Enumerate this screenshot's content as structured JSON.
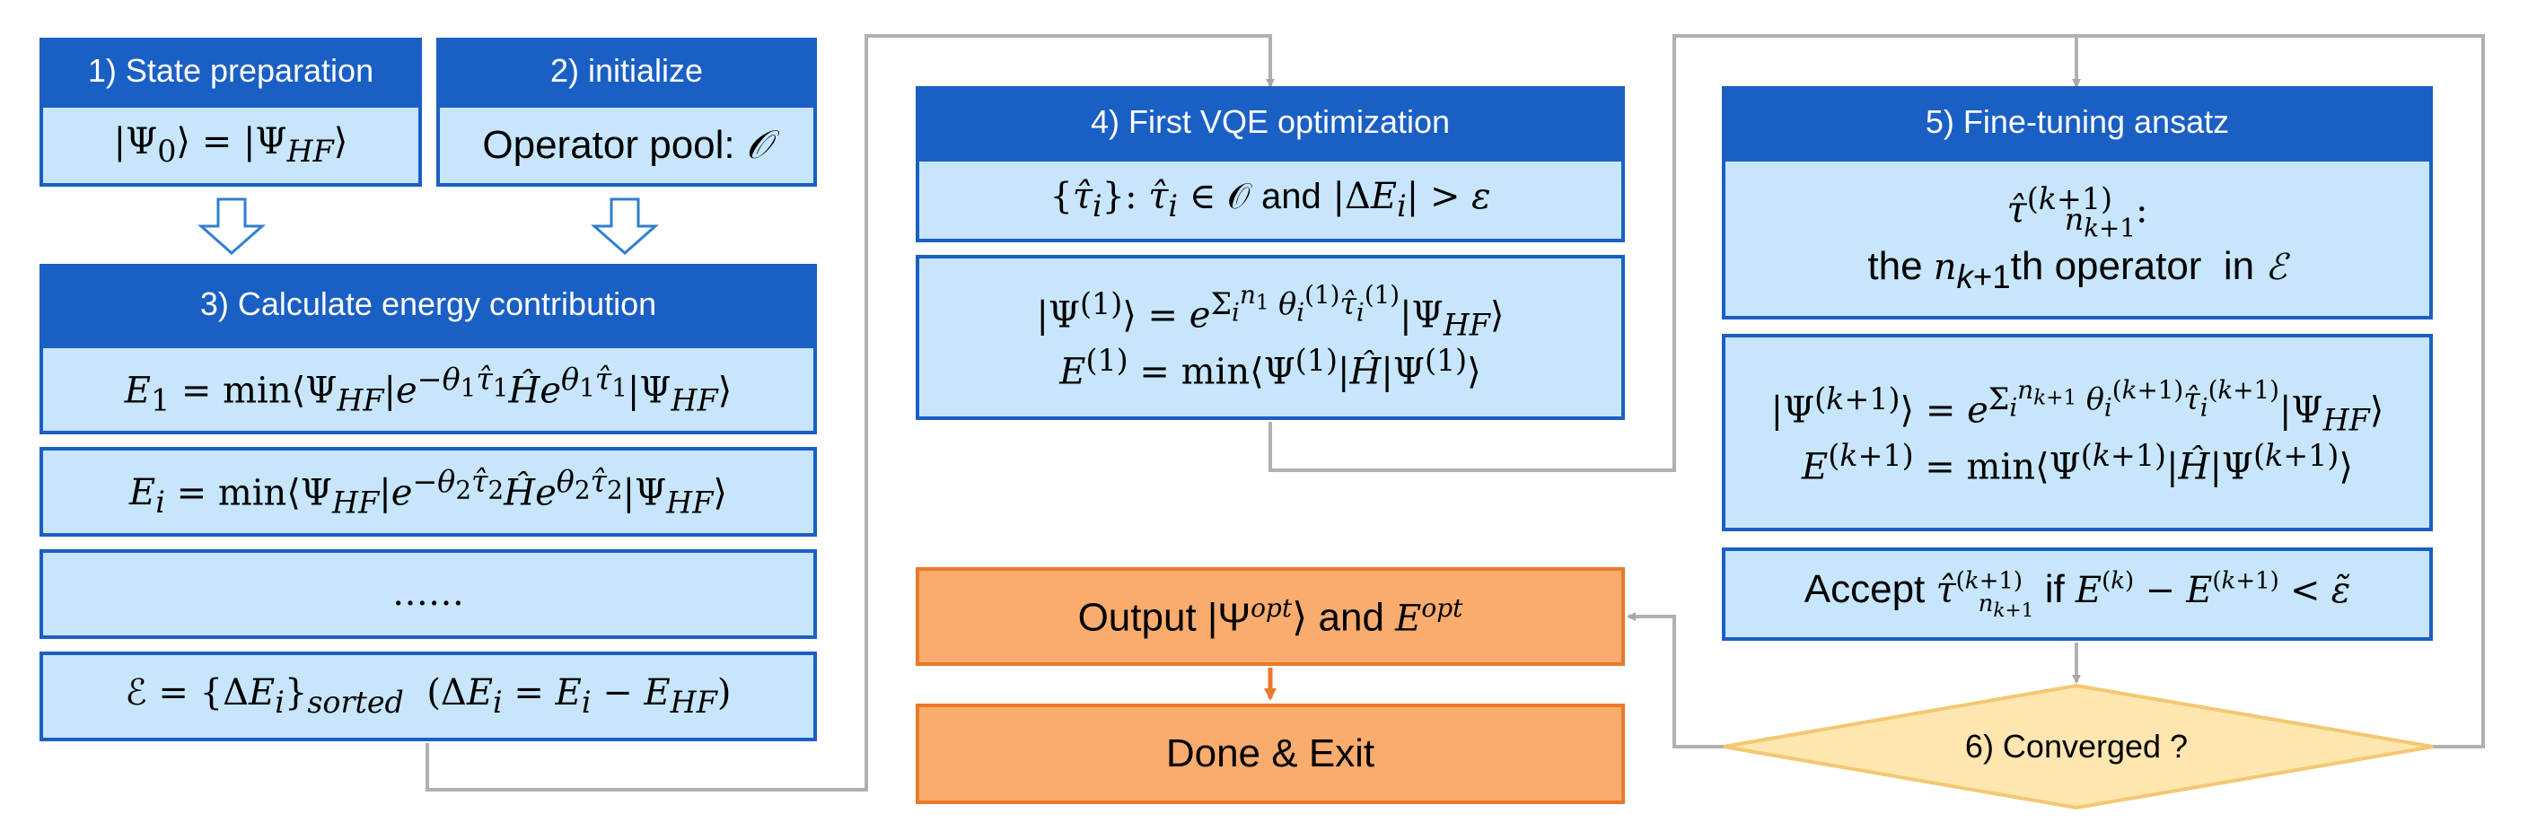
{
  "steps": {
    "s1": {
      "title": "1) State preparation",
      "content": "|Ψ₀⟩ = |Ψ_HF⟩"
    },
    "s2": {
      "title": "2) initialize",
      "content_label": "Operator pool: ",
      "content_symbol": "𝒪"
    },
    "s3": {
      "title": "3) Calculate energy contribution",
      "rows": [
        "E₁ = min⟨Ψ_HF|e^(−θ₁τ̂₁) Ĥ e^(θ₁τ̂₁)|Ψ_HF⟩",
        "E_i = min⟨Ψ_HF|e^(−θ₂τ̂₂) Ĥ e^(θ₂τ̂₂)|Ψ_HF⟩",
        "……",
        "ℰ = {ΔE_i}_sorted (ΔE_i = E_i − E_HF)"
      ]
    },
    "s4": {
      "title": "4) First VQE optimization",
      "condition": "{τ̂_i}: τ̂_i ∈ 𝒪 and |ΔE_i| > ε",
      "state": "|Ψ^(1)⟩ = e^(Σ_i^(n₁) θ_i^(1) τ̂_i^(1))|Ψ_HF⟩",
      "energy": "E^(1) = min⟨Ψ^(1)|Ĥ|Ψ^(1)⟩"
    },
    "s5": {
      "title": "5) Fine-tuning ansatz",
      "op_line": "τ̂_(n_(k+1))^(k+1):",
      "op_desc": "the n_(k+1)th operator in ℰ",
      "state": "|Ψ^(k+1)⟩ = e^(Σ_i^(n_(k+1)) θ_i^(k+1) τ̂_i^(k+1))|Ψ_HF⟩",
      "energy": "E^(k+1) = min⟨Ψ^(k+1)|Ĥ|Ψ^(k+1)⟩",
      "accept": "Accept τ̂_(n_(k+1))^(k+1) if E^(k) − E^(k+1) < ε̃"
    },
    "s6": {
      "label": "6) Converged ?"
    },
    "output": {
      "label": "Output |Ψ^opt⟩ and E^opt"
    },
    "done": {
      "label": "Done & Exit"
    }
  },
  "colors": {
    "header": "#1a5fc4",
    "cell": "#c7e6fb",
    "output": "#f9ac6d",
    "output_border": "#e9792b",
    "decision": "#fde6b0",
    "decision_border": "#f3c871",
    "connector": "#b0b0b0"
  }
}
